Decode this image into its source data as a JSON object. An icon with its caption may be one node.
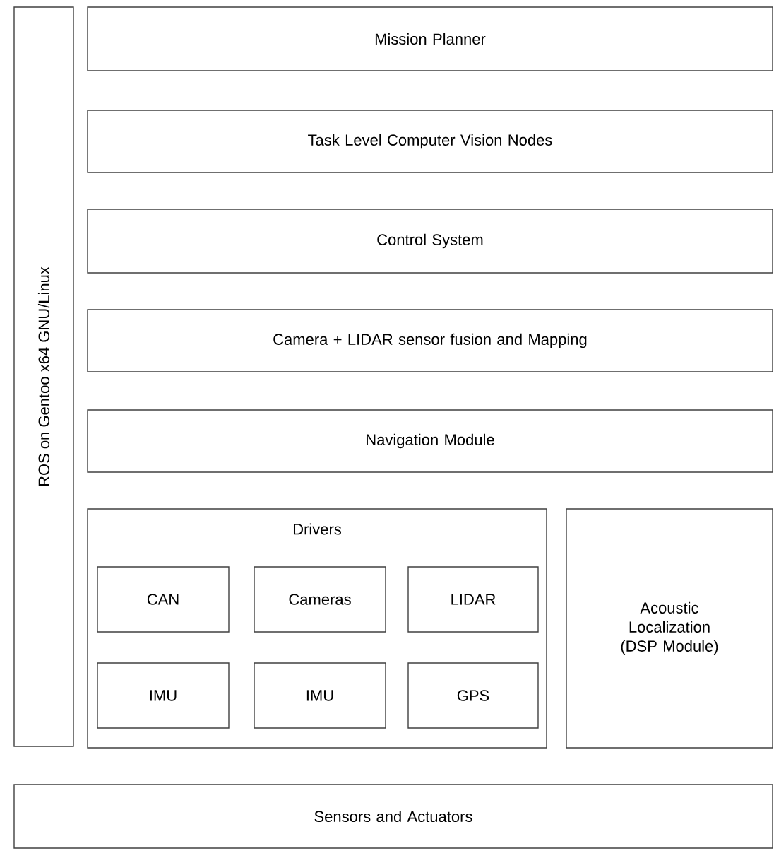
{
  "diagram": {
    "nodes": [
      {
        "text": [
          "ROS on Gentoo x64 GNU/Linux"
        ]
      },
      {
        "text": [
          "Mission Planner"
        ]
      },
      {
        "text": [
          "Task Level Computer Vision Nodes"
        ]
      },
      {
        "text": [
          "Control System"
        ]
      },
      {
        "text": [
          "Camera + LIDAR sensor fusion and Mapping"
        ]
      },
      {
        "text": [
          "Navigation Module"
        ]
      },
      {
        "text": [
          "Drivers"
        ]
      },
      {
        "text": [
          "CAN"
        ],
        "in": 6
      },
      {
        "text": [
          "Cameras"
        ],
        "in": 6
      },
      {
        "text": [
          "LIDAR"
        ],
        "in": 6
      },
      {
        "text": [
          "IMU"
        ],
        "in": 6
      },
      {
        "text": [
          "IMU"
        ],
        "in": 6
      },
      {
        "text": [
          "GPS"
        ],
        "in": 6
      },
      {
        "text": [
          "Acoustic Localization (DSP Module)"
        ]
      },
      {
        "text": [
          "Sensors and Actuators"
        ]
      }
    ]
  }
}
